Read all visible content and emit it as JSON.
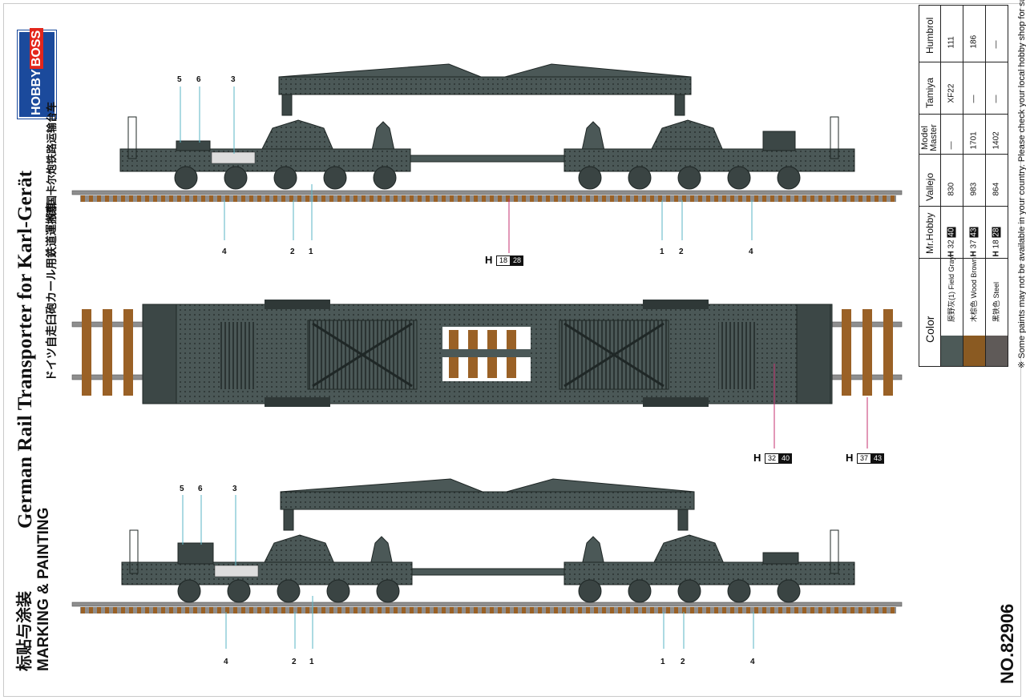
{
  "brand": {
    "hobby": "HOBBY",
    "boss": "BOSS"
  },
  "titles": {
    "main": "German Rail Transporter for Karl-Gerät",
    "jp": "ドイツ自走臼砲カール用鉄道運搬車",
    "cn": "德国卡尔炮铁路运输台车",
    "section_cn": "标贴与涂装",
    "section_en": "MARKING & PAINTING",
    "product_number": "NO.82906"
  },
  "paint_table": {
    "headers": {
      "color": "Color",
      "mrhobby": "Mr.Hobby",
      "vallejo": "Vallejo",
      "modelmaster": "Model Master",
      "tamiya": "Tamiya",
      "humbrol": "Humbrol"
    },
    "rows": [
      {
        "name_cn": "原野灰(1)",
        "name_en": "Field Gray",
        "swatch": "#4d5a58",
        "mrhobby_h": "H",
        "mrhobby_a": "32",
        "mrhobby_b": "40",
        "vallejo": "830",
        "modelmaster": "—",
        "tamiya": "XF22",
        "humbrol": "111"
      },
      {
        "name_cn": "木棕色",
        "name_en": "Wood Brown",
        "swatch": "#8a5a22",
        "mrhobby_h": "H",
        "mrhobby_a": "37",
        "mrhobby_b": "43",
        "vallejo": "983",
        "modelmaster": "1701",
        "tamiya": "—",
        "humbrol": "186"
      },
      {
        "name_cn": "黑铁色",
        "name_en": "Steel",
        "swatch": "#5f5a58",
        "mrhobby_h": "H",
        "mrhobby_a": "18",
        "mrhobby_b": "28",
        "vallejo": "864",
        "modelmaster": "1402",
        "tamiya": "—",
        "humbrol": "—"
      }
    ],
    "note": "※ Some paints may not be available in your country. Please check your local hobby shop for substitute."
  },
  "callouts": {
    "view1": {
      "top": [
        "5",
        "6",
        "3"
      ],
      "bottom": [
        "4",
        "2",
        "1",
        "1",
        "2",
        "4"
      ]
    },
    "view3": {
      "top": [
        "5",
        "6",
        "3"
      ],
      "bottom": [
        "4",
        "2",
        "1",
        "1",
        "2",
        "4"
      ]
    }
  },
  "color_refs": [
    {
      "h": "H",
      "a": "18",
      "b": "28"
    },
    {
      "h": "H",
      "a": "32",
      "b": "40"
    },
    {
      "h": "H",
      "a": "37",
      "b": "43"
    }
  ],
  "colors": {
    "field_gray": "#4b5857",
    "wood_brown": "#9a6126",
    "rail": "#8e8e8e",
    "dark": "#2f3837"
  }
}
